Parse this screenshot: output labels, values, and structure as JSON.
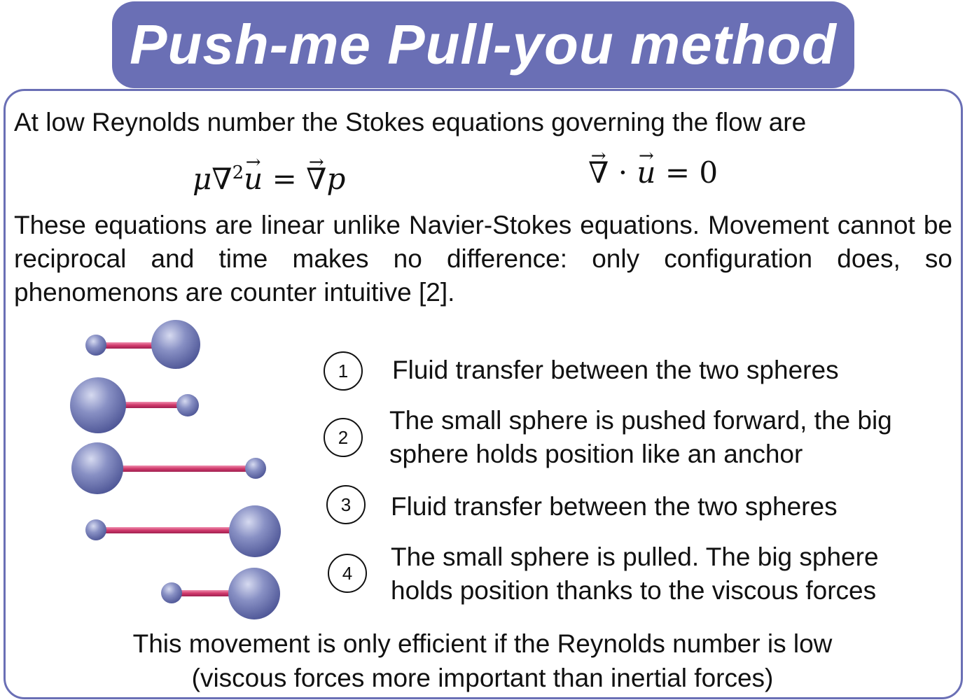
{
  "title": "Push-me Pull-you method",
  "intro": "At low Reynolds number the Stokes equations governing the flow are",
  "equations": {
    "eq1": {
      "mu": "μ",
      "nabla_sq": "∇",
      "sup": "2",
      "u": "u",
      "eq": "=",
      "nabla": "∇",
      "p": "p"
    },
    "eq2": {
      "nabla": "∇",
      "dot": "·",
      "u": "u",
      "eq": "=",
      "zero": "0"
    }
  },
  "paragraph": "These equations are linear unlike Navier-Stokes equations. Movement cannot be reciprocal and time makes no difference: only configuration does, so phenomenons are counter intuitive [2].",
  "steps": [
    {
      "number": "1",
      "lines": [
        "Fluid transfer between the two spheres"
      ]
    },
    {
      "number": "2",
      "lines": [
        "The small sphere is pushed forward, the big",
        "sphere holds position like an anchor"
      ]
    },
    {
      "number": "3",
      "lines": [
        "Fluid transfer between the two spheres"
      ]
    },
    {
      "number": "4",
      "lines": [
        "The small sphere is pulled. The big sphere",
        "holds position thanks to the viscous forces"
      ]
    }
  ],
  "conclusion": [
    "This movement is only efficient if the Reynolds number is low",
    "(viscous forces more important than inertial forces)"
  ],
  "colors": {
    "accent": "#6a6fb5",
    "sphere": "#8088bd",
    "rod": "#d04070"
  }
}
